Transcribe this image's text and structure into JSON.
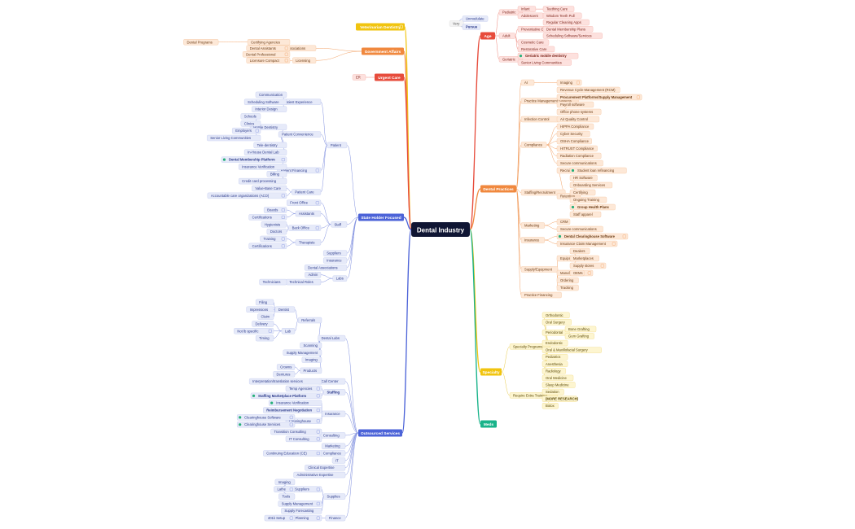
{
  "chart_data": {
    "type": "mindmap",
    "center": "Dental Industry",
    "colors": {
      "center_bg": "#0f1533",
      "center_text": "#ffffff",
      "yellow": "#f1c40f",
      "orange": "#f0883e",
      "red": "#e74c3c",
      "blue": "#4c63d8",
      "green": "#27b07a",
      "mint": "#19b38a"
    },
    "branches": [
      {
        "label": "Veterinarian Dentistry",
        "color": "#f1c40f",
        "badge": true,
        "children": []
      },
      {
        "label": "Government Affairs",
        "color": "#f0883e",
        "children": [
          {
            "label": "Dental Boards/Associations",
            "children": [
              {
                "label": "Certifying Agencies",
                "children": [
                  {
                    "label": "Dental Programs"
                  }
                ]
              },
              {
                "label": "Dental Assistants",
                "badge": true
              },
              {
                "label": "Dental Professional",
                "badge": true
              }
            ]
          },
          {
            "label": "Licensing",
            "children": [
              {
                "label": "Licensure Compact",
                "badge": true
              }
            ]
          }
        ]
      },
      {
        "label": "Urgent Care",
        "color": "#e74c3c",
        "children": [
          {
            "label": "ER"
          }
        ]
      },
      {
        "label": "State Holder Focused",
        "color": "#4c63d8",
        "children": [
          {
            "label": "Patient",
            "children": [
              {
                "label": "Patient Experience",
                "children": [
                  {
                    "label": "Communication"
                  },
                  {
                    "label": "Scheduling Software"
                  },
                  {
                    "label": "Interior Design"
                  }
                ]
              },
              {
                "label": "Patient Convenience",
                "children": [
                  {
                    "label": "Mobile Dentistry",
                    "children": [
                      {
                        "label": "Schools"
                      },
                      {
                        "label": "Clinics"
                      },
                      {
                        "label": "Employers",
                        "badge": true
                      },
                      {
                        "label": "Senior Living Communities"
                      }
                    ]
                  },
                  {
                    "label": "Tele-dentistry"
                  },
                  {
                    "label": "In-House Dental Lab"
                  }
                ]
              },
              {
                "label": "Patient Financing",
                "badge": true,
                "children": [
                  {
                    "label": "Dental Membership Platform",
                    "bold": true,
                    "flag": true,
                    "badge": true
                  },
                  {
                    "label": "Insurance Verification"
                  },
                  {
                    "label": "Billing"
                  },
                  {
                    "label": "Credit card processing"
                  }
                ]
              },
              {
                "label": "Patient Care",
                "children": [
                  {
                    "label": "Value-Base Care"
                  },
                  {
                    "label": "Accountable care organizations (ACO)",
                    "badge": true
                  }
                ]
              }
            ]
          },
          {
            "label": "Staff",
            "children": [
              {
                "label": "Front Office",
                "badge": true
              },
              {
                "label": "Assistants",
                "children": [
                  {
                    "label": "Boards",
                    "badge": true
                  },
                  {
                    "label": "Certifications",
                    "badge": true
                  }
                ]
              },
              {
                "label": "Back Office",
                "badge": true,
                "children": [
                  {
                    "label": "Hygienists"
                  },
                  {
                    "label": "Doctors"
                  }
                ]
              },
              {
                "label": "Therapists",
                "children": [
                  {
                    "label": "Training",
                    "badge": true
                  },
                  {
                    "label": "Certifications",
                    "badge": true
                  }
                ]
              }
            ]
          },
          {
            "label": "Suppliers"
          },
          {
            "label": "Insurance"
          },
          {
            "label": "Dental Associations"
          },
          {
            "label": "Labs",
            "children": [
              {
                "label": "Admin"
              },
              {
                "label": "Technical Roles",
                "children": [
                  {
                    "label": "Technicians"
                  }
                ]
              }
            ]
          }
        ]
      },
      {
        "label": "Outsourced Services",
        "color": "#4c63d8",
        "children": [
          {
            "label": "Dental Labs",
            "children": [
              {
                "label": "Referrals",
                "children": [
                  {
                    "label": "Dentist",
                    "children": [
                      {
                        "label": "Filing"
                      },
                      {
                        "label": "Impressions"
                      },
                      {
                        "label": "Claim"
                      }
                    ]
                  },
                  {
                    "label": "Lab",
                    "children": [
                      {
                        "label": "Delivery"
                      },
                      {
                        "label": "Not lb specific",
                        "badge": true
                      },
                      {
                        "label": "Timing"
                      }
                    ]
                  }
                ]
              },
              {
                "label": "Scanning"
              },
              {
                "label": "Supply Management"
              },
              {
                "label": "Imaging"
              },
              {
                "label": "Products",
                "children": [
                  {
                    "label": "Crowns"
                  },
                  {
                    "label": "Dentures"
                  }
                ]
              }
            ]
          },
          {
            "label": "Call Center",
            "children": [
              {
                "label": "Interpretation/translation services"
              }
            ]
          },
          {
            "label": "Staffing",
            "bold": true,
            "children": [
              {
                "label": "Temp Agencies",
                "badge": true
              },
              {
                "label": "Staffing Marketplace Platform",
                "bold": true,
                "flag": true,
                "badge": true
              }
            ]
          },
          {
            "label": "Insurance",
            "children": [
              {
                "label": "Insurance Verification",
                "flag": true
              },
              {
                "label": "Reimbursement Negotiation",
                "bold": true,
                "badge": true
              },
              {
                "label": "Clearinghouse",
                "badge": true,
                "children": [
                  {
                    "label": "Clearinghouse Software",
                    "flag": true,
                    "badge": true
                  },
                  {
                    "label": "Clearinghouse Services",
                    "flag": true,
                    "badge": true
                  }
                ]
              }
            ]
          },
          {
            "label": "Consulting",
            "children": [
              {
                "label": "Transition Consulting",
                "badge": true
              },
              {
                "label": "IT Consulting",
                "badge": true
              }
            ]
          },
          {
            "label": "Marketing"
          },
          {
            "label": "Compliance",
            "children": [
              {
                "label": "Continuing Education (CE)",
                "badge": true
              }
            ]
          },
          {
            "label": "IT"
          },
          {
            "label": "Clinical Expertise"
          },
          {
            "label": "Administrative Expertise"
          },
          {
            "label": "Supplies",
            "children": [
              {
                "label": "Equipment Suppliers",
                "badge": true,
                "children": [
                  {
                    "label": "Imaging"
                  },
                  {
                    "label": "Lathe",
                    "badge": true
                  },
                  {
                    "label": "Tools"
                  }
                ]
              },
              {
                "label": "Supply Management",
                "badge": true
              },
              {
                "label": "Supply Forecasting"
              }
            ]
          },
          {
            "label": "Finance",
            "children": [
              {
                "label": "Retirement Planning",
                "badge": true,
                "children": [
                  {
                    "label": "401k Setup",
                    "badge": true
                  }
                ]
              }
            ]
          }
        ]
      },
      {
        "label": "Age",
        "color": "#e74c3c",
        "children": [
          {
            "label": "Pediatric",
            "children": [
              {
                "label": "Infant",
                "children": [
                  {
                    "label": "Teething Care"
                  }
                ]
              },
              {
                "label": "Adolescent",
                "children": [
                  {
                    "label": "Wisdom Teeth Pull"
                  }
                ]
              }
            ]
          },
          {
            "label": "Adult",
            "children": [
              {
                "label": "Preventative Care",
                "children": [
                  {
                    "label": "Regular Cleaning Apps"
                  },
                  {
                    "label": "Dental Membership Plans"
                  },
                  {
                    "label": "Scheduling Software/Services"
                  }
                ]
              },
              {
                "label": "Cosmetic Care"
              },
              {
                "label": "Restorative Care"
              }
            ]
          },
          {
            "label": "Geriatric",
            "children": [
              {
                "label": "Geriatric mobile dentistry",
                "bold": true,
                "flag": true
              },
              {
                "label": "Senior Living Communities"
              }
            ]
          }
        ]
      },
      {
        "label": "Dental Practices",
        "color": "#f0883e",
        "children": [
          {
            "label": "AI",
            "children": [
              {
                "label": "Imaging",
                "badge": true
              }
            ]
          },
          {
            "label": "Practice Management Systems",
            "children": [
              {
                "label": "Revenue Cycle Management (RCM)"
              },
              {
                "label": "Procurement Platforms/Supply Management",
                "bold": true,
                "badge": true
              },
              {
                "label": "Payroll software"
              },
              {
                "label": "Office phone systems"
              }
            ]
          },
          {
            "label": "Infection Control",
            "children": [
              {
                "label": "Air Quality Control"
              }
            ]
          },
          {
            "label": "Compliance",
            "children": [
              {
                "label": "HIPPA Compliance"
              },
              {
                "label": "Cyber Security"
              },
              {
                "label": "OSHA Compliance"
              },
              {
                "label": "HITRUST Compliance"
              },
              {
                "label": "Radiation Compliance"
              },
              {
                "label": "Secure communications"
              }
            ]
          },
          {
            "label": "Staffing/Recruitment",
            "children": [
              {
                "label": "Recruitment",
                "children": [
                  {
                    "label": "Student loan refinancing",
                    "flag": true
                  }
                ]
              },
              {
                "label": "Retention",
                "children": [
                  {
                    "label": "HR Software"
                  },
                  {
                    "label": "Onboarding Services"
                  },
                  {
                    "label": "Certifying"
                  },
                  {
                    "label": "Ongoing Training"
                  },
                  {
                    "label": "Group Health Plans",
                    "bold": true,
                    "flag": true
                  },
                  {
                    "label": "Staff apparel"
                  }
                ]
              }
            ]
          },
          {
            "label": "Marketing",
            "children": [
              {
                "label": "CRM"
              },
              {
                "label": "Secure communications"
              }
            ]
          },
          {
            "label": "Insurance",
            "children": [
              {
                "label": "Dental Clearinghouse Software",
                "bold": true,
                "flag": true,
                "badge": true
              },
              {
                "label": "Insurance Claim Management",
                "badge": true
              }
            ]
          },
          {
            "label": "Supply/Equipment",
            "children": [
              {
                "label": "Equipment",
                "children": [
                  {
                    "label": "Dealers"
                  },
                  {
                    "label": "Marketplaces"
                  },
                  {
                    "label": "Supply stores",
                    "badge": true
                  }
                ]
              },
              {
                "label": "Manufacturing",
                "badge": true,
                "children": [
                  {
                    "label": "OEMs"
                  }
                ]
              },
              {
                "label": "Ordering"
              },
              {
                "label": "Tracking"
              }
            ]
          },
          {
            "label": "Practice Financing"
          }
        ]
      },
      {
        "label": "Specialty",
        "color": "#f1c40f",
        "children": [
          {
            "label": "Specialty Programs",
            "children": [
              {
                "label": "Orthodontic"
              },
              {
                "label": "Oral Surgery"
              },
              {
                "label": "Periodontal",
                "children": [
                  {
                    "label": "Bone Grafting"
                  },
                  {
                    "label": "Gum Grafting"
                  }
                ]
              },
              {
                "label": "Endodontic"
              },
              {
                "label": "Oral & Maxillofacial Surgery"
              },
              {
                "label": "Pediatrics"
              },
              {
                "label": "Anesthesia"
              },
              {
                "label": "Radiology"
              },
              {
                "label": "Oral Medicine"
              }
            ]
          },
          {
            "label": "Require Extra Training",
            "children": [
              {
                "label": "Sleep Medicine"
              },
              {
                "label": "Sedation"
              },
              {
                "label": "(MORE RESEARCH)",
                "bold": true
              },
              {
                "label": "Botox"
              }
            ]
          }
        ]
      },
      {
        "label": "Meds",
        "color": "#19b38a",
        "children": []
      }
    ],
    "loose": [
      {
        "label": "Very"
      },
      {
        "label": "Unmodulate"
      },
      {
        "label": "Pursue",
        "bold": true
      }
    ]
  }
}
